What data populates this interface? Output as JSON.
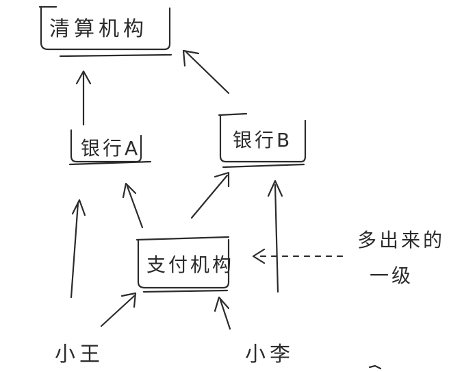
{
  "nodes": {
    "clearing": {
      "label": "清算机构"
    },
    "bank_a": {
      "label": "银行A"
    },
    "bank_b": {
      "label": "银行B"
    },
    "payment": {
      "label": "支付机构"
    },
    "zhang": {
      "label": "小王"
    },
    "li": {
      "label": "小李"
    }
  },
  "annotation": {
    "line1": "多出来的",
    "line2": "一级"
  }
}
